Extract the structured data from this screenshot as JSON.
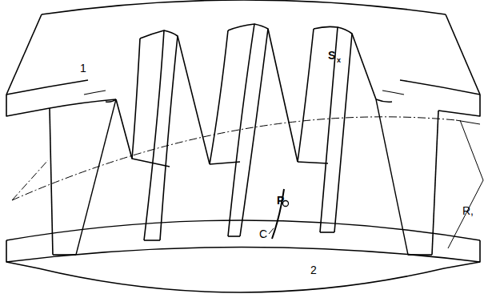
{
  "diagram": {
    "labels": [
      "1",
      "S",
      "x",
      "P",
      "C",
      "R,",
      "2"
    ]
  }
}
